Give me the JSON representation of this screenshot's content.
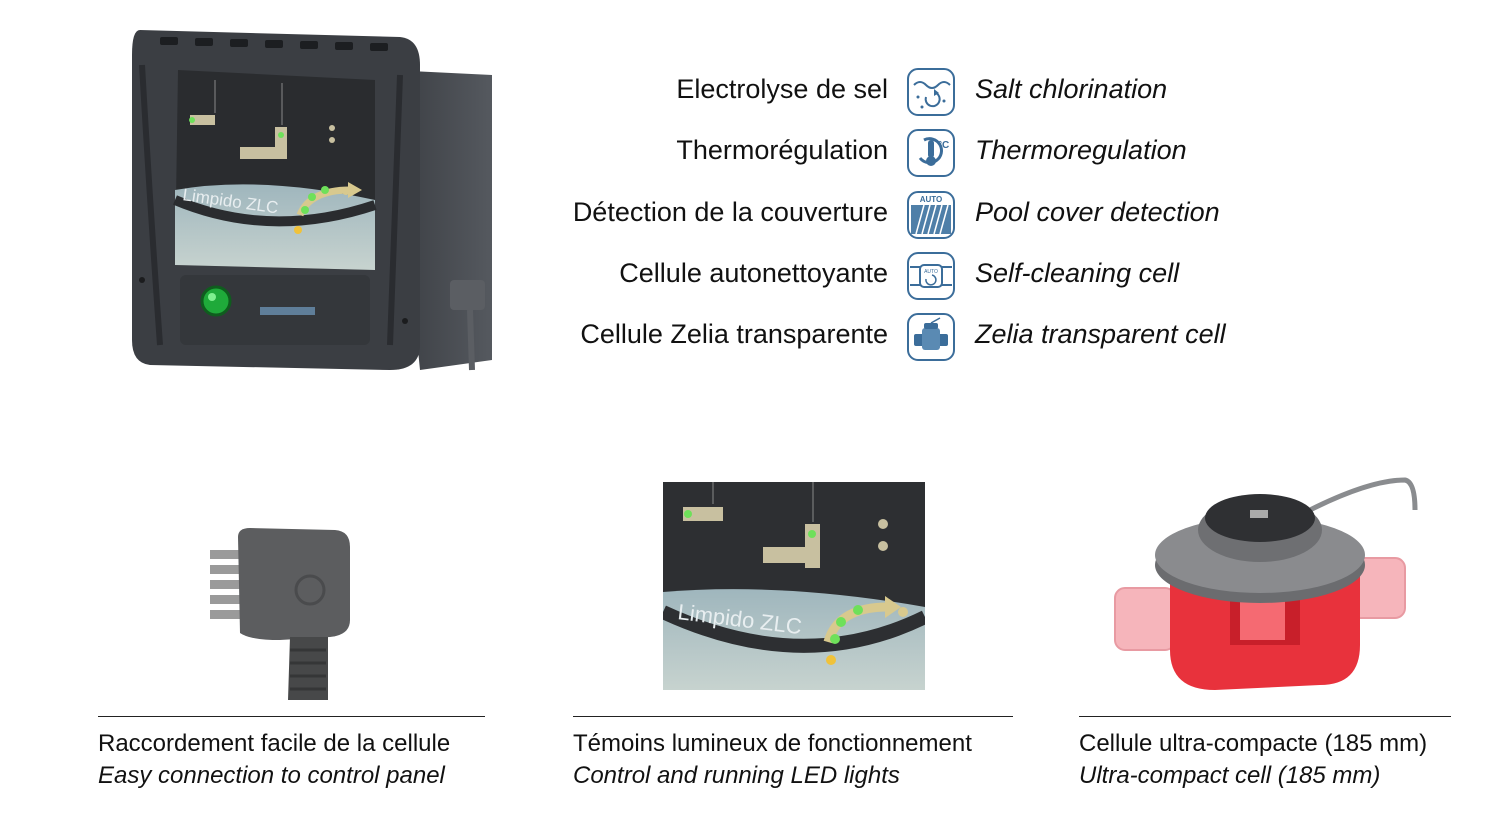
{
  "features": [
    {
      "fr": "Electrolyse de sel",
      "en": "Salt chlorination",
      "icon": "salt-chlorination-icon"
    },
    {
      "fr": "Thermorégulation",
      "en": "Thermoregulation",
      "icon": "thermoregulation-icon"
    },
    {
      "fr": "Détection de la couverture",
      "en": "Pool cover detection",
      "icon": "pool-cover-icon"
    },
    {
      "fr": "Cellule autonettoyante",
      "en": "Self-cleaning cell",
      "icon": "self-cleaning-icon"
    },
    {
      "fr": "Cellule Zelia transparente",
      "en": "Zelia transparent cell",
      "icon": "transparent-cell-icon"
    }
  ],
  "icon_texts": {
    "thermo": "°C",
    "cover": "AUTO",
    "selfclean": "AUTO"
  },
  "device": {
    "brand": "Limpido ZLC"
  },
  "captions": [
    {
      "fr": "Raccordement facile de la cellule",
      "en": "Easy connection to control panel"
    },
    {
      "fr": "Témoins lumineux de fonctionnement",
      "en": "Control and running LED lights"
    },
    {
      "fr": "Cellule ultra-compacte (185 mm)",
      "en": "Ultra-compact cell (185 mm)"
    }
  ],
  "colors": {
    "icon_blue": "#3b6d9a",
    "cell_red": "#e8323c",
    "panel_dark": "#2c2f33"
  }
}
